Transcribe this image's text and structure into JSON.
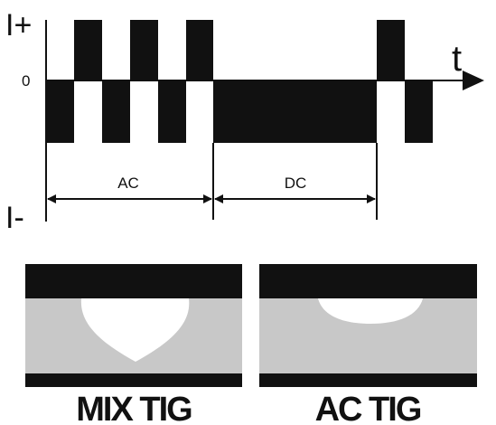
{
  "waveform": {
    "label_i_plus": "I+",
    "label_zero": "0",
    "label_i_minus": "I-",
    "label_time": "t",
    "segment_ac_label": "AC",
    "segment_dc_label": "DC"
  },
  "cross_sections": [
    {
      "caption": "MIX TIG"
    },
    {
      "caption": "AC TIG"
    }
  ],
  "colors": {
    "ink": "#111111",
    "plate": "#c8c8c8",
    "weld": "#ffffff",
    "background": "#ffffff"
  }
}
